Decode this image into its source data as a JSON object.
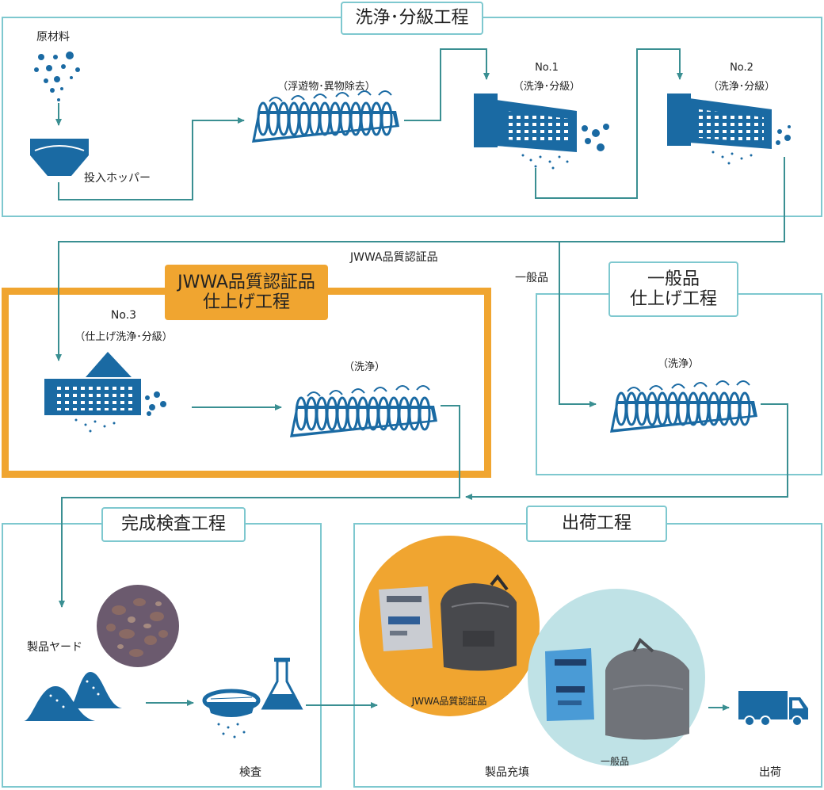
{
  "colors": {
    "teal_line": "#3a8f92",
    "teal_frame": "#7ec8cf",
    "blue": "#1a6aa3",
    "orange": "#f0a530",
    "light_circle": "#bfe2e6"
  },
  "sections": {
    "wash": {
      "title": "洗浄･分級工程"
    },
    "jwwa": {
      "title_line1": "JWWA品質認証品",
      "title_line2": "仕上げ工程"
    },
    "general": {
      "title_line1": "一般品",
      "title_line2": "仕上げ工程"
    },
    "inspection": {
      "title": "完成検査工程"
    },
    "shipping": {
      "title": "出荷工程"
    }
  },
  "labels": {
    "raw_material": "原材料",
    "hopper": "投入ホッパー",
    "float_removal": "（浮遊物･異物除去）",
    "no1_title": "No.1",
    "no1_sub": "（洗浄･分級）",
    "no2_title": "No.2",
    "no2_sub": "（洗浄･分級）",
    "jwwa_route": "JWWA品質認証品",
    "general_route": "一般品",
    "no3_title": "No.3",
    "no3_sub": "（仕上げ洗浄･分級）",
    "wash_jwwa": "（洗浄）",
    "wash_general": "（洗浄）",
    "product_yard": "製品ヤード",
    "inspection": "検査",
    "product_fill": "製品充填",
    "jwwa_product": "JWWA品質認証品",
    "general_product": "一般品",
    "shipment": "出荷"
  },
  "icons": [
    "particles-icon",
    "hopper-icon",
    "screw-washer-icon",
    "screen-classifier-icon",
    "pile-icon",
    "sieve-icon",
    "flask-icon",
    "bag-icon",
    "truck-icon",
    "arrow-icon"
  ]
}
